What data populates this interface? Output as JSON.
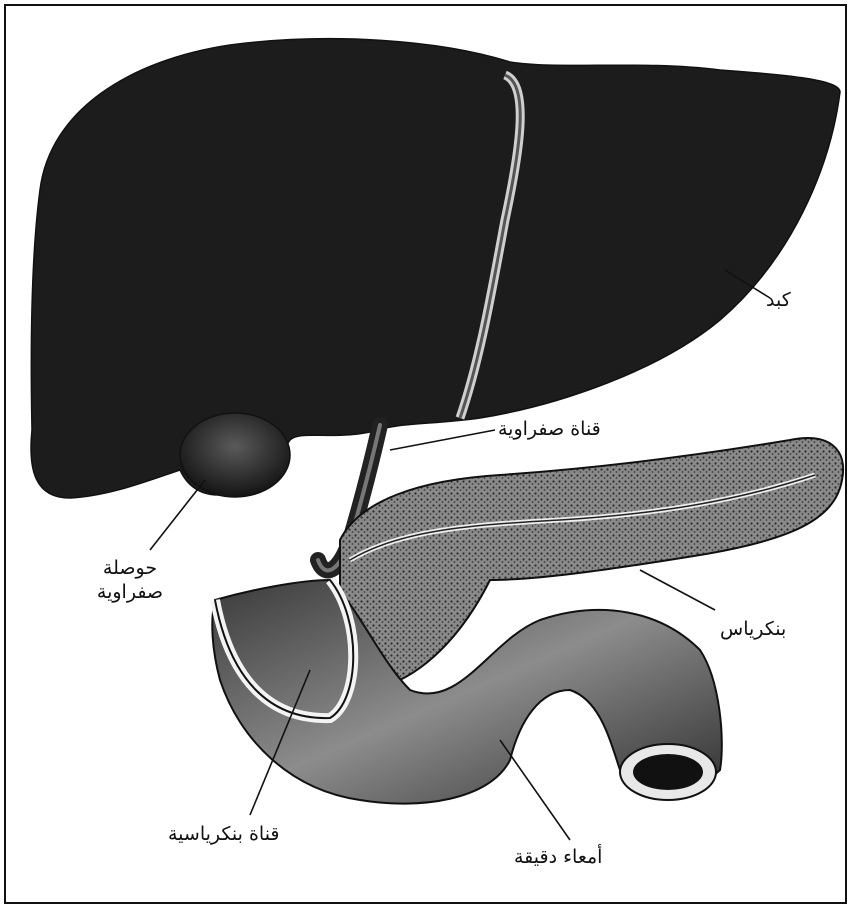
{
  "labels": {
    "liver": "كبد",
    "bile_duct": "قناة صفراوية",
    "gallbladder": "حوصلة صفراوية",
    "pancreas": "بنكرياس",
    "pancreatic_duct": "قناة بنكرياسية",
    "small_intestine": "أمعاء دقيقة"
  },
  "colors": {
    "liver": "#1c1c1c",
    "organ_shading": "#4a4a4a",
    "line": "#111111",
    "background": "#ffffff"
  }
}
